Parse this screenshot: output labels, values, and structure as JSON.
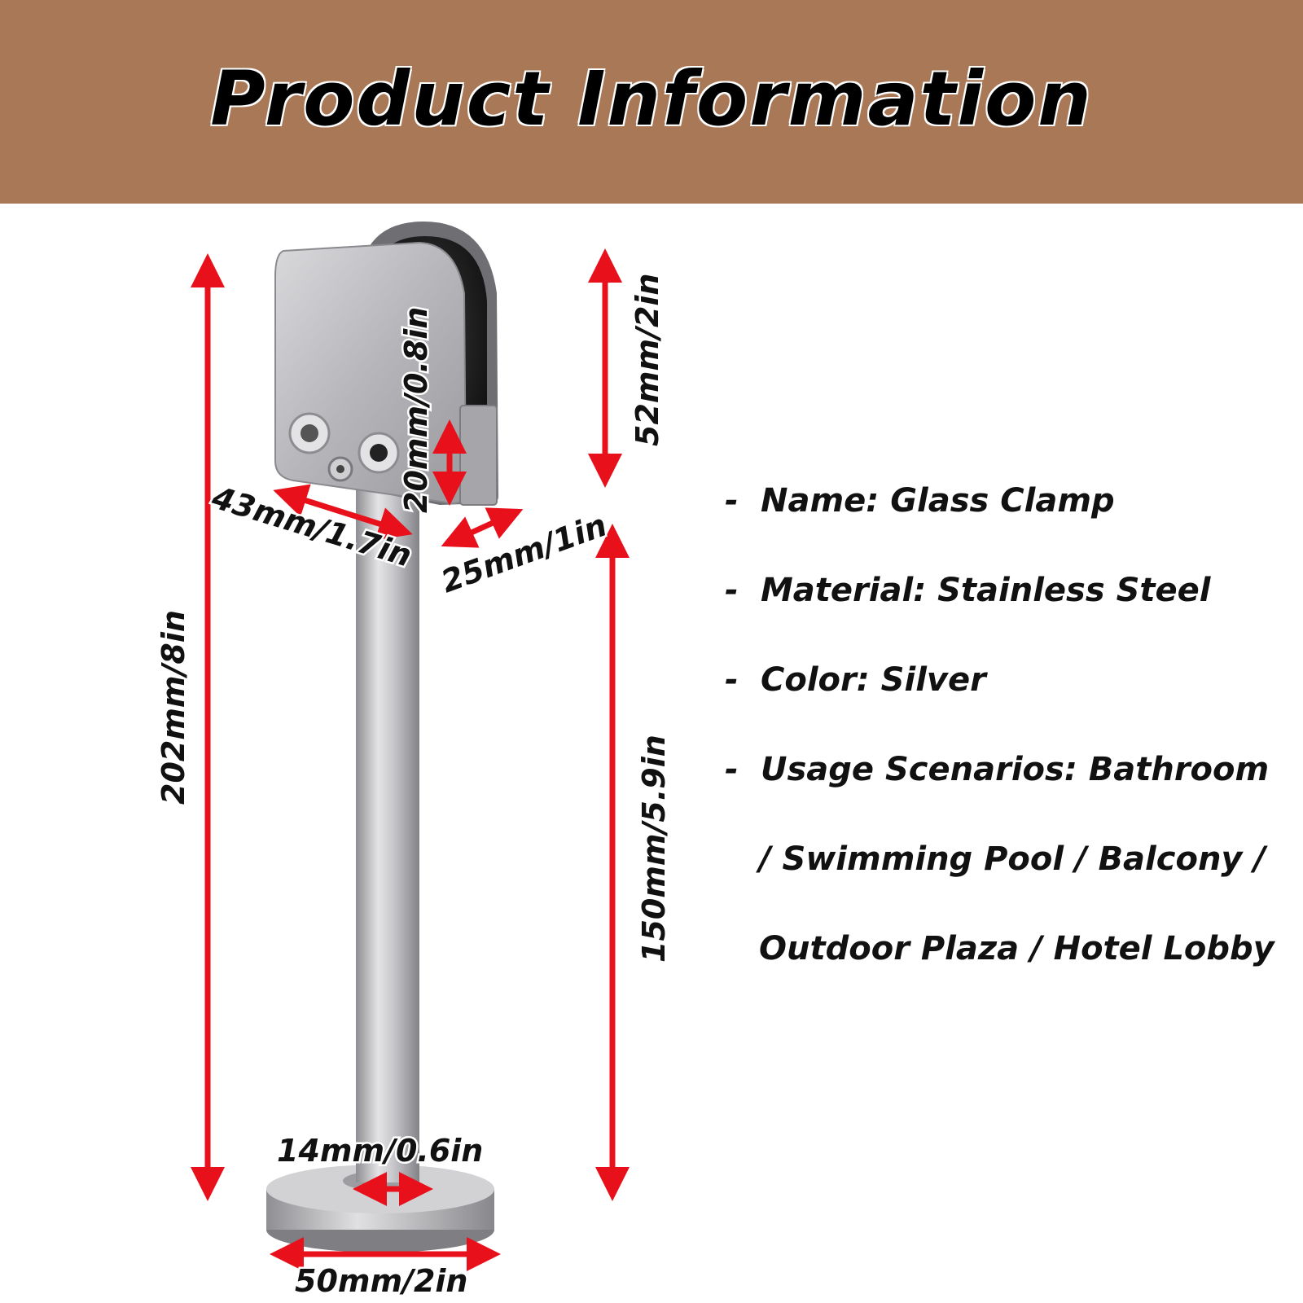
{
  "header": {
    "title": "Product Information"
  },
  "dimensions": {
    "total_height": "202mm/8in",
    "clamp_height": "52mm/2in",
    "glass_slot": "20mm/0.8in",
    "clamp_width": "43mm/1.7in",
    "clamp_depth": "25mm/1in",
    "post_height": "150mm/5.9in",
    "post_diameter": "14mm/0.6in",
    "base_diameter": "50mm/2in"
  },
  "specs": {
    "name": "Name: Glass Clamp",
    "material": "Material: Stainless Steel",
    "color": "Color: Silver",
    "usage_line1": "Usage Scenarios: Bathroom",
    "usage_line2": "/ Swimming Pool / Balcony /",
    "usage_line3": "Outdoor Plaza / Hotel Lobby"
  },
  "colors": {
    "banner": "#a97856",
    "arrow": "#e8101a",
    "steel": "#b9b9bd"
  }
}
